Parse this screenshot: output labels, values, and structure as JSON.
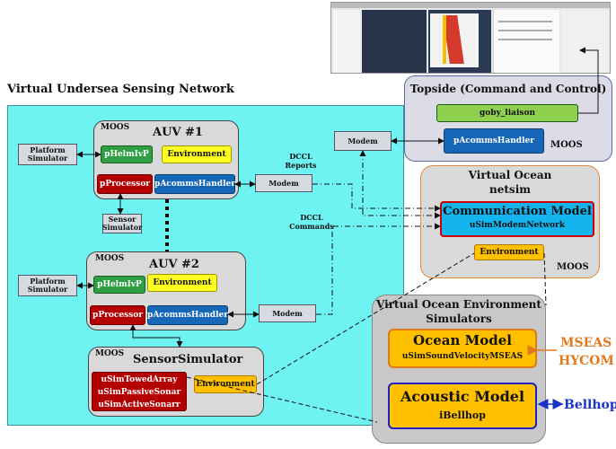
{
  "network_title": "Virtual Undersea Sensing Network",
  "topside": {
    "title": "Topside (Command and Control)",
    "liaison": "goby_liaison",
    "handler": "pAcommsHandler",
    "moos": "MOOS",
    "modem": "Modem"
  },
  "auv1": {
    "moos": "MOOS",
    "title": "AUV #1",
    "helm": "pHelmIvP",
    "environment": "Environment",
    "processor": "pProcessor",
    "handler": "pAcommsHandler",
    "modem": "Modem"
  },
  "auv2": {
    "moos": "MOOS",
    "title": "AUV #2",
    "helm": "pHelmIvP",
    "environment": "Environment",
    "processor": "pProcessor",
    "handler": "pAcommsHandler",
    "modem": "Modem"
  },
  "platform_sim_1": "Platform Simulator",
  "platform_sim_2": "Platform Simulator",
  "sensor_sim_small": "Sensor Simulator",
  "dccl_reports": "DCCL Reports",
  "dccl_commands": "DCCL Commands",
  "sensor_simulator": {
    "moos": "MOOS",
    "title": "SensorSimulator",
    "items": [
      "uSimTowedArray",
      "uSimPassiveSonar",
      "uSimActiveSonarr"
    ],
    "environment": "Environment"
  },
  "netsim": {
    "title": "Virtual Ocean netsim",
    "comm_title": "Communication Model",
    "comm_sub": "uSimModemNetwork",
    "environment": "Environment",
    "moos": "MOOS"
  },
  "env_sims": {
    "title": "Virtual Ocean Environment Simulators",
    "ocean_title": "Ocean Model",
    "ocean_sub": "uSimSoundVelocityMSEAS",
    "acoustic_title": "Acoustic Model",
    "acoustic_sub": "iBellhop"
  },
  "mseas": "MSEAS",
  "hycom": "HYCOM",
  "bellhop": "Bellhop",
  "colors": {
    "cyan_bg": "#6ff2f2",
    "orange_text": "#e07a1f",
    "bellhop_blue": "#1a33cc"
  }
}
